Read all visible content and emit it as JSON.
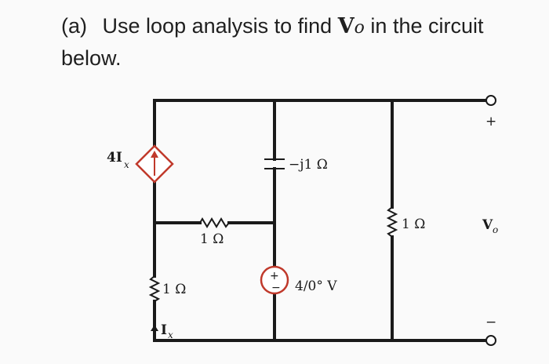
{
  "question": {
    "part": "(a)",
    "text_before": "Use loop analysis to find",
    "symbol": "V",
    "symbol_sub": "o",
    "text_after": "in the circuit below."
  },
  "circuit": {
    "dependent_source": {
      "coef": "4I",
      "sub": "x"
    },
    "capacitor": {
      "value": "−j1 Ω"
    },
    "resistor_top_middle": {
      "value": "1 Ω"
    },
    "resistor_left": {
      "value": "1 Ω"
    },
    "resistor_right": {
      "value": "1 Ω"
    },
    "voltage_source": {
      "value": "4/0° V",
      "plus": "+",
      "minus": "−"
    },
    "current_label": {
      "main": "I",
      "sub": "x"
    },
    "output": {
      "plus": "+",
      "minus": "−",
      "label": "V",
      "sub": "o"
    }
  }
}
